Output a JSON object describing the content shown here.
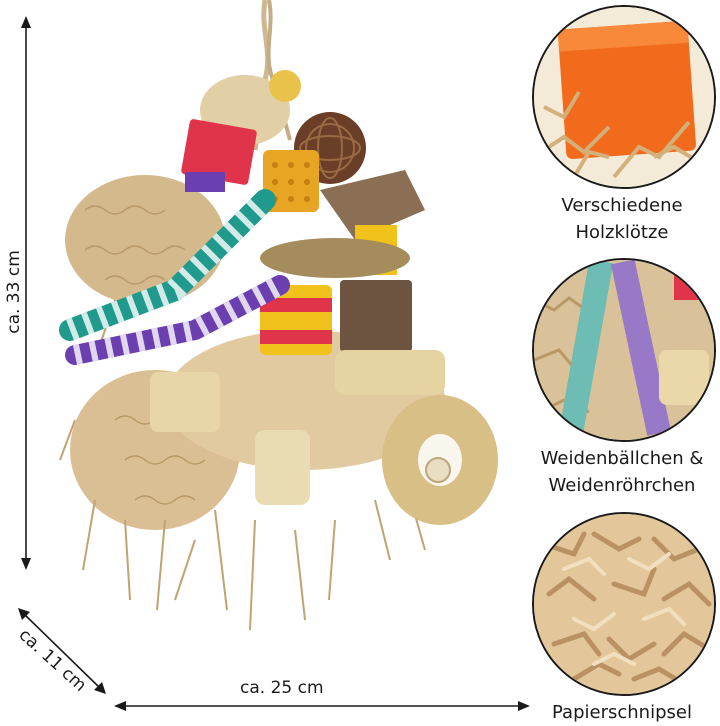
{
  "dimensions": {
    "height_label": "ca. 33 cm",
    "depth_label": "ca. 11 cm",
    "width_label": "ca. 25 cm"
  },
  "callouts": [
    {
      "id": "wood",
      "label_line1": "Verschiedene",
      "label_line2": "Holzklötze"
    },
    {
      "id": "willow",
      "label_line1": "Weidenbällchen &",
      "label_line2": "Weidenröhrchen"
    },
    {
      "id": "paper",
      "label_line1": "Papierschnipsel",
      "label_line2": ""
    }
  ],
  "colors": {
    "paper": "#d9bf93",
    "paper_dark": "#b99867",
    "wood_orange": "#f26a1b",
    "wood_red": "#e0344a",
    "wood_yellow": "#f2c21c",
    "willow_teal": "#1f9a8c",
    "willow_purple": "#6b3fb0",
    "cardboard": "#8a6f55"
  }
}
